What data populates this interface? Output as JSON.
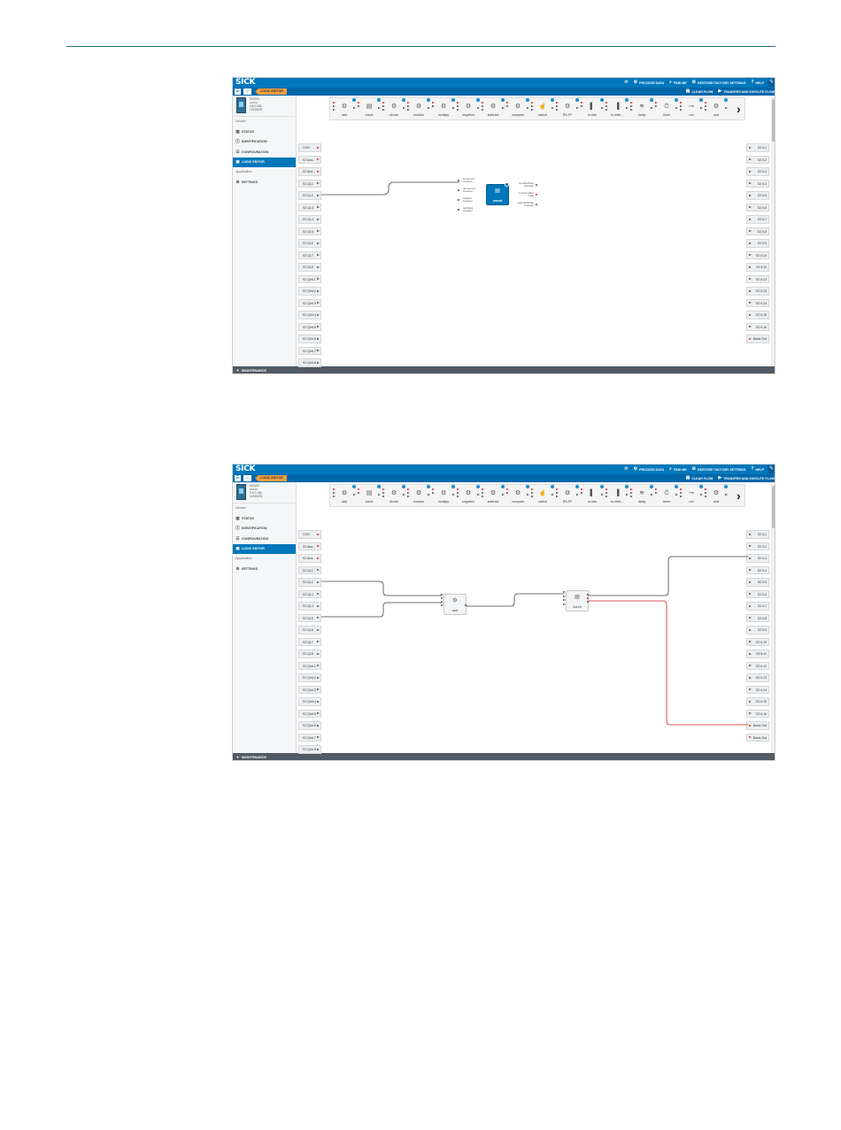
{
  "app": {
    "logo": "SICK",
    "top_actions": [
      {
        "icon": "refresh-icon",
        "label": ""
      },
      {
        "icon": "gears-icon",
        "label": "PROCESS DATA"
      },
      {
        "icon": "magnifier-icon",
        "label": "FIND ME"
      },
      {
        "icon": "gears-icon",
        "label": "RESTORE FACTORY SETTINGS"
      },
      {
        "icon": "question-icon",
        "label": "HELP"
      }
    ],
    "breadcrumb": "LOGIC EDITOR",
    "sub_actions": [
      {
        "icon": "document-icon",
        "label": "CLEAR FLOW"
      },
      {
        "icon": "play-icon",
        "label": "TRANSFER AND EXECUTE FLOW"
      }
    ],
    "device_lines": [
      "SIG200",
      "••••••••",
      "0.5.0.15A",
      "12345678"
    ],
    "sidebar": {
      "device_header": "Device",
      "device_items": [
        {
          "icon": "bar-chart-icon",
          "label": "STATUS"
        },
        {
          "icon": "info-icon",
          "label": "IDENTIFICATION"
        },
        {
          "icon": "list-icon",
          "label": "CONFIGURATION"
        },
        {
          "icon": "logic-icon",
          "label": "LOGIC EDITOR",
          "active": true
        }
      ],
      "application_header": "Application",
      "application_items": [
        {
          "icon": "gears-icon",
          "label": "SETTINGS"
        }
      ]
    },
    "bottom_label": "MAINTENANCE"
  },
  "palette": {
    "tools": [
      {
        "label": "add",
        "icon": "⚙"
      },
      {
        "label": "count",
        "icon": "▤"
      },
      {
        "label": "divide",
        "icon": "⚙"
      },
      {
        "label": "modulo",
        "icon": "⚙"
      },
      {
        "label": "multiply",
        "icon": "⚙"
      },
      {
        "label": "negation",
        "icon": "⚙"
      },
      {
        "label": "subtract",
        "icon": "⚙"
      },
      {
        "label": "compare",
        "icon": "⚙"
      },
      {
        "label": "switch",
        "icon": "☝"
      },
      {
        "label": "RS-FF",
        "icon": "⚙"
      },
      {
        "label": "to-bits",
        "icon": "▌"
      },
      {
        "label": "to-nibb...",
        "icon": "▐"
      },
      {
        "label": "delay",
        "icon": "≋"
      },
      {
        "label": "timer",
        "icon": "⏱"
      },
      {
        "label": "not",
        "icon": "⊸"
      },
      {
        "label": "and",
        "icon": "⚙"
      }
    ],
    "more": "›"
  },
  "ports_in": [
    "CON",
    "S2 Ana...",
    "S2 Ana...",
    "S2 QL1",
    "S2 QL2",
    "S2 QL3",
    "S2 QL4",
    "S2 QL5",
    "S2 QL6",
    "S2 QL7",
    "S2 QL8",
    "S2 QInt.1",
    "S2 QInt.2",
    "S2 QInt.3",
    "S2 QInt.4",
    "S2 QInt.5",
    "S2 QInt.6",
    "S2 QInt.7",
    "S2 QInt.8"
  ],
  "ports_out": [
    "S2 IL1",
    "S2 IL2",
    "S2 IL3",
    "S2 IL4",
    "S2 IL5",
    "S2 IL6",
    "S2 IL7",
    "S2 IL8",
    "S2 IL9",
    "S2 IL10",
    "S2 IL11",
    "S2 IL12",
    "S2 IL13",
    "S2 IL14",
    "S2 IL15",
    "S2 IL16",
    "Basic Out",
    "Basic Out"
  ],
  "shot1": {
    "count_node": {
      "label": "count",
      "inputs": [
        "increment\nboolean",
        "decrement\nboolean",
        "setZero\nboolean",
        "setValue\nboolean"
      ],
      "outputs": [
        "overflowFlag\nboolean",
        "counterValue\nnode",
        "underflowFlag\nboolean"
      ]
    }
  },
  "shot2": {
    "and_node": {
      "label": "and"
    },
    "count_node": {
      "label": "count"
    }
  }
}
